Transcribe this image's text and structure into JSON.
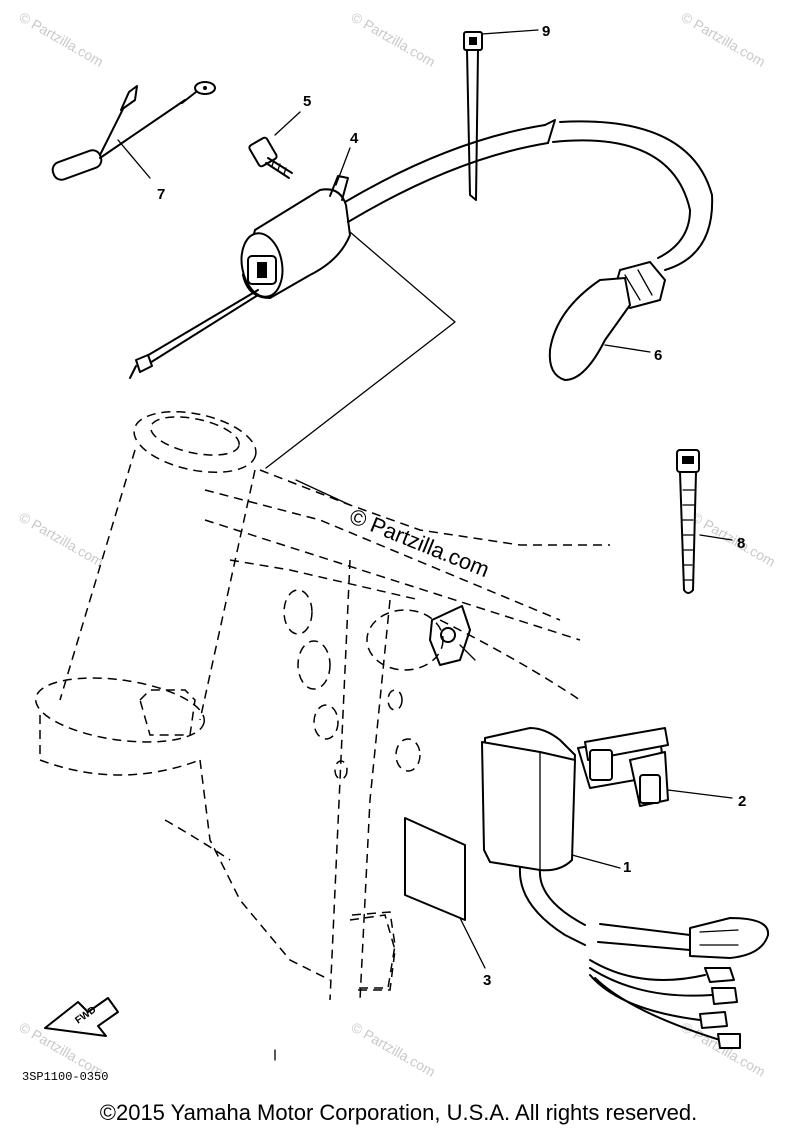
{
  "diagram": {
    "part_callouts": [
      {
        "number": "1"
      },
      {
        "number": "2"
      },
      {
        "number": "3"
      },
      {
        "number": "4"
      },
      {
        "number": "5"
      },
      {
        "number": "6"
      },
      {
        "number": "7"
      },
      {
        "number": "8"
      },
      {
        "number": "9"
      }
    ],
    "watermark_center": "© Partzilla.com",
    "watermark_faint": "© Partzilla.com",
    "fwd_arrow_label": "FWD",
    "diagram_code": "3SP1100-0350"
  },
  "footer": {
    "copyright": "©2015  Yamaha Motor Corporation, U.S.A. All rights reserved."
  }
}
